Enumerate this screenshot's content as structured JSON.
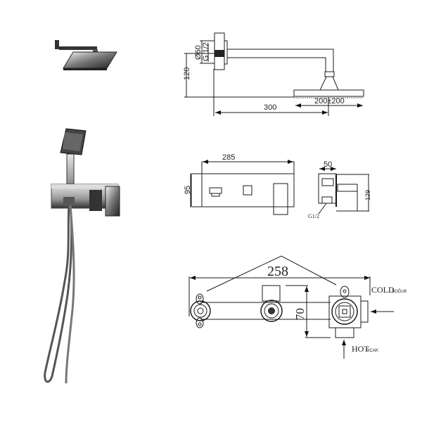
{
  "title": "Concealed shower set technical drawing",
  "shower_head_view": {
    "dim_flange_diameter": "Ø60",
    "dim_thread": "G 1/2",
    "dim_height": "120",
    "dim_projection": "300",
    "dim_head_size": "200±200"
  },
  "mixer_view": {
    "dim_width": "285",
    "dim_height": "95",
    "side_dim_depth": "50",
    "side_dim_height": "129",
    "side_thread": "G1/2"
  },
  "valve_body_view": {
    "dim_width": "258",
    "dim_height": "70",
    "cold_label": "COLD",
    "cold_label_tr": "SOĞUK",
    "hot_label": "HOT",
    "hot_label_tr": "SICAK"
  }
}
